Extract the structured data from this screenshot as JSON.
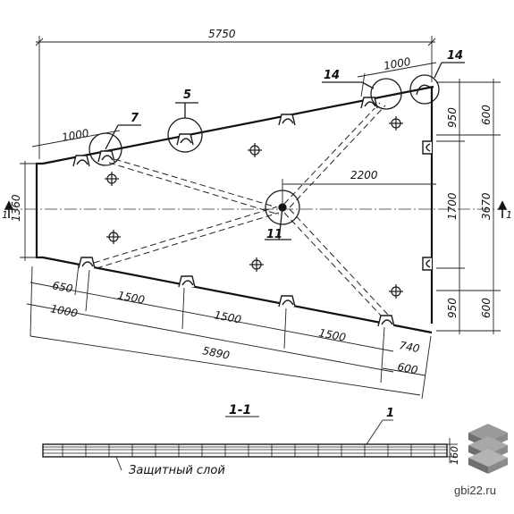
{
  "dimensions": {
    "overall_top": "5750",
    "top_right_1000": "1000",
    "top_left_1000": "1000",
    "left_1360": "1360",
    "right_600_top": "600",
    "right_950_top": "950",
    "right_1700": "1700",
    "right_3670": "3670",
    "right_950_bottom": "950",
    "right_600_bottom": "600",
    "center_2200": "2200",
    "bottom_650": "650",
    "bottom_1000": "1000",
    "bottom_1500_a": "1500",
    "bottom_1500_b": "1500",
    "bottom_1500_c": "1500",
    "bottom_740": "740",
    "bottom_600": "600",
    "bottom_overall_5890": "5890",
    "section_thickness": "160"
  },
  "position_marks": {
    "mark_5": "5",
    "mark_7": "7",
    "mark_11": "11",
    "mark_14_a": "14",
    "mark_14_b": "14",
    "mark_1": "1"
  },
  "section": {
    "cut_mark_left": "1",
    "cut_mark_right": "1",
    "title": "1-1",
    "cover_note": "Защитный слой"
  },
  "watermark": {
    "site": "gbi22.ru"
  }
}
